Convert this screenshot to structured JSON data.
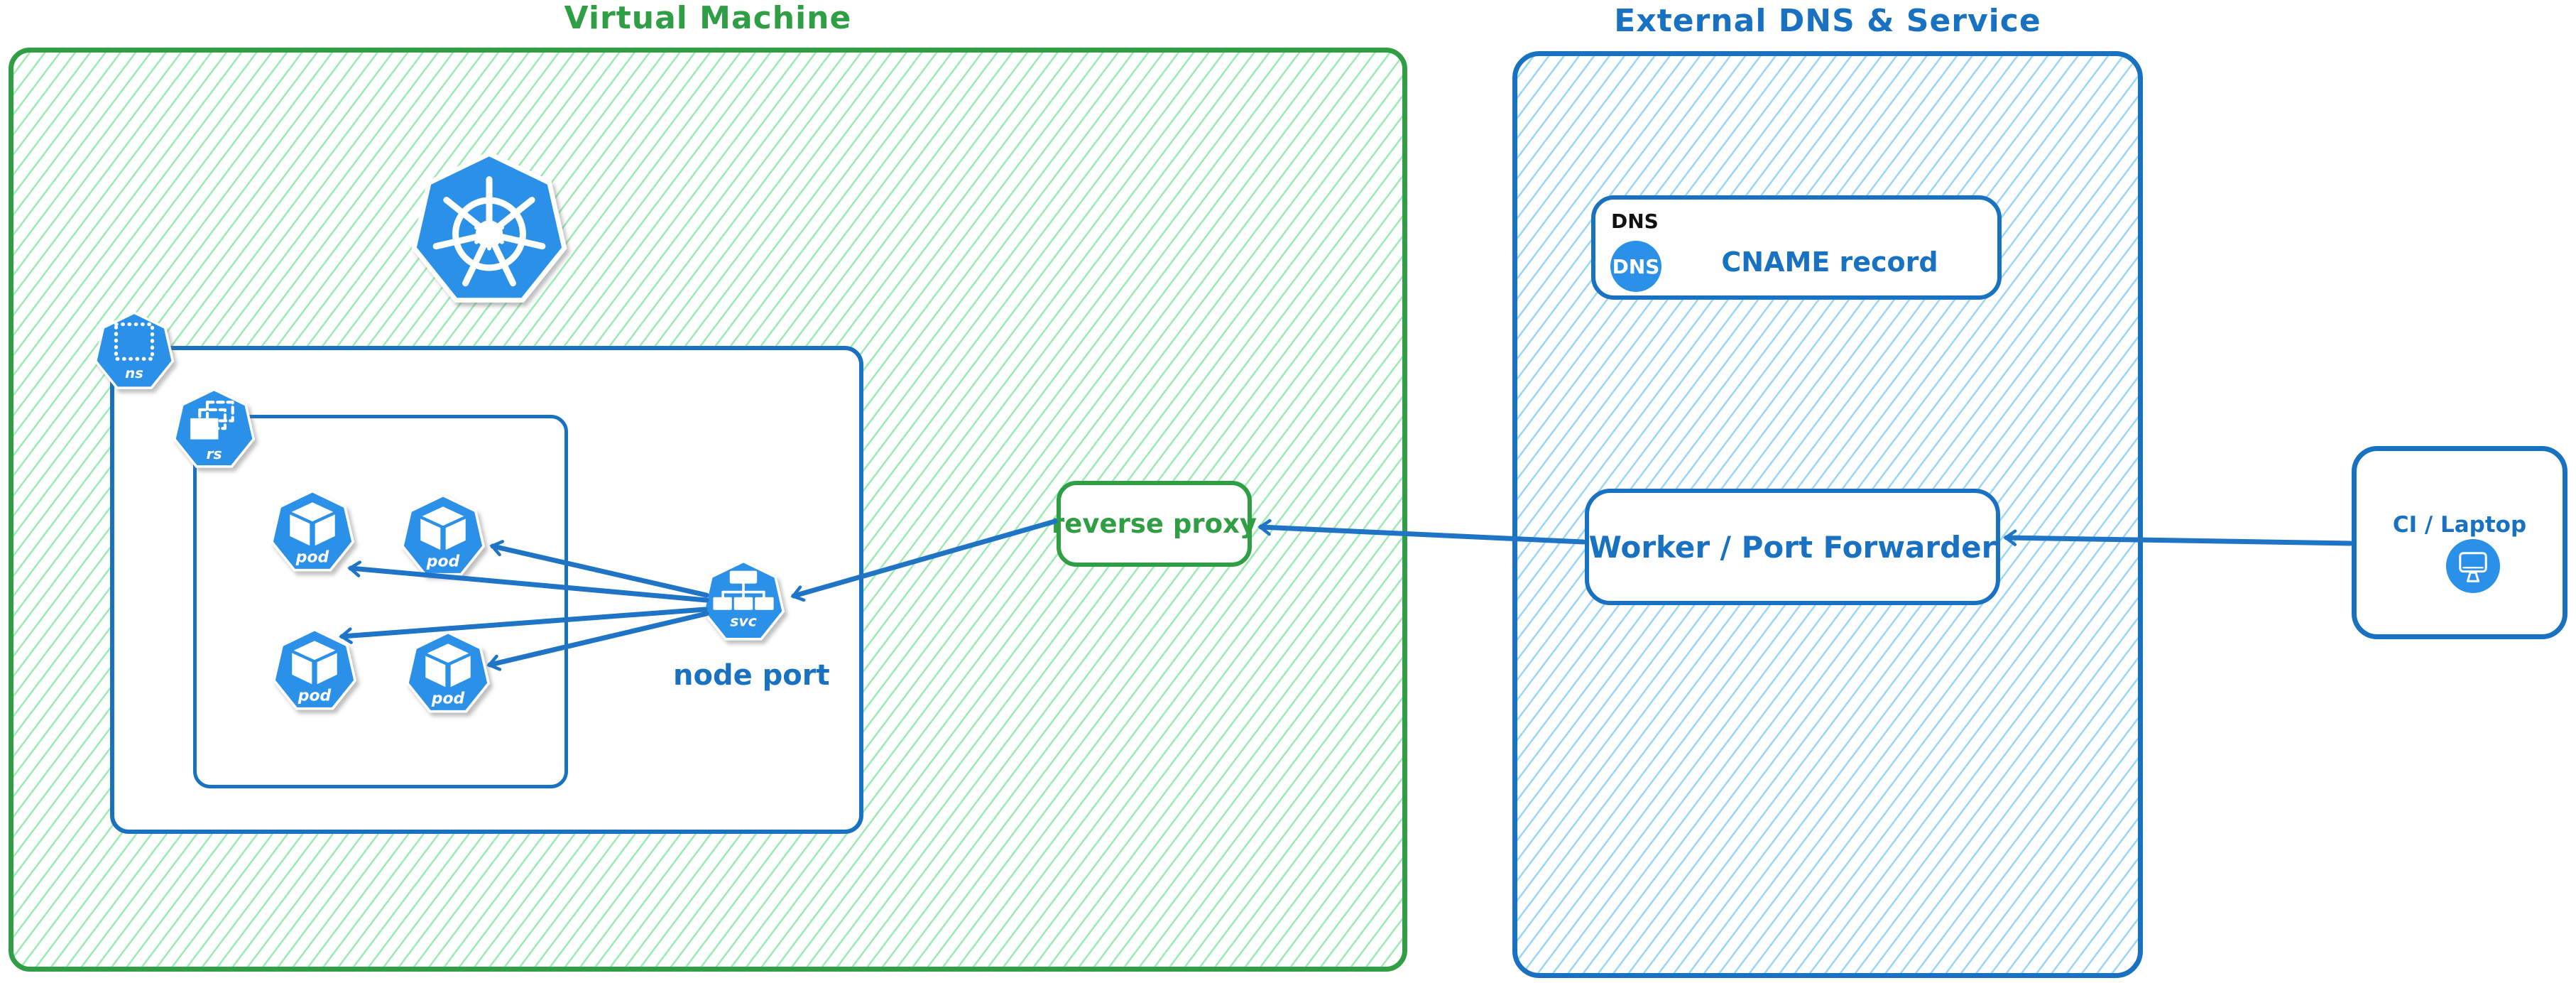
{
  "diagram_type": "kubernetes-architecture",
  "groups": {
    "vm": {
      "title": "Virtual Machine"
    },
    "external": {
      "title": "External DNS & Service"
    }
  },
  "kubernetes": {
    "logo": "kubernetes-helm-logo",
    "namespace_label": "ns",
    "replicaset_label": "rs",
    "pod_label": "pod",
    "pod_count": 4,
    "service_label": "svc",
    "service_caption": "node port"
  },
  "nodes": {
    "reverse_proxy": "reverse proxy",
    "dns_group_tag": "DNS",
    "dns_badge": "DNS",
    "cname_record": "CNAME record",
    "worker": "Worker / Port Forwarder",
    "ci_laptop": "CI / Laptop"
  },
  "edges": [
    {
      "from": "ci-laptop",
      "to": "worker-port-forwarder"
    },
    {
      "from": "worker-port-forwarder",
      "to": "reverse-proxy"
    },
    {
      "from": "reverse-proxy",
      "to": "node-port-service"
    },
    {
      "from": "node-port-service",
      "to": "pod-1"
    },
    {
      "from": "node-port-service",
      "to": "pod-2"
    },
    {
      "from": "node-port-service",
      "to": "pod-3"
    },
    {
      "from": "node-port-service",
      "to": "pod-4"
    }
  ],
  "colors": {
    "green_stroke": "#2f9e44",
    "green_hatch": "#7ee49c",
    "blue_stroke": "#1971c2",
    "blue_hatch": "#84ccf7",
    "kubernetes_blue": "#2b90e8",
    "arrow_blue": "#1f74c6",
    "tag_black": "#111111",
    "background": "#ffffff"
  }
}
